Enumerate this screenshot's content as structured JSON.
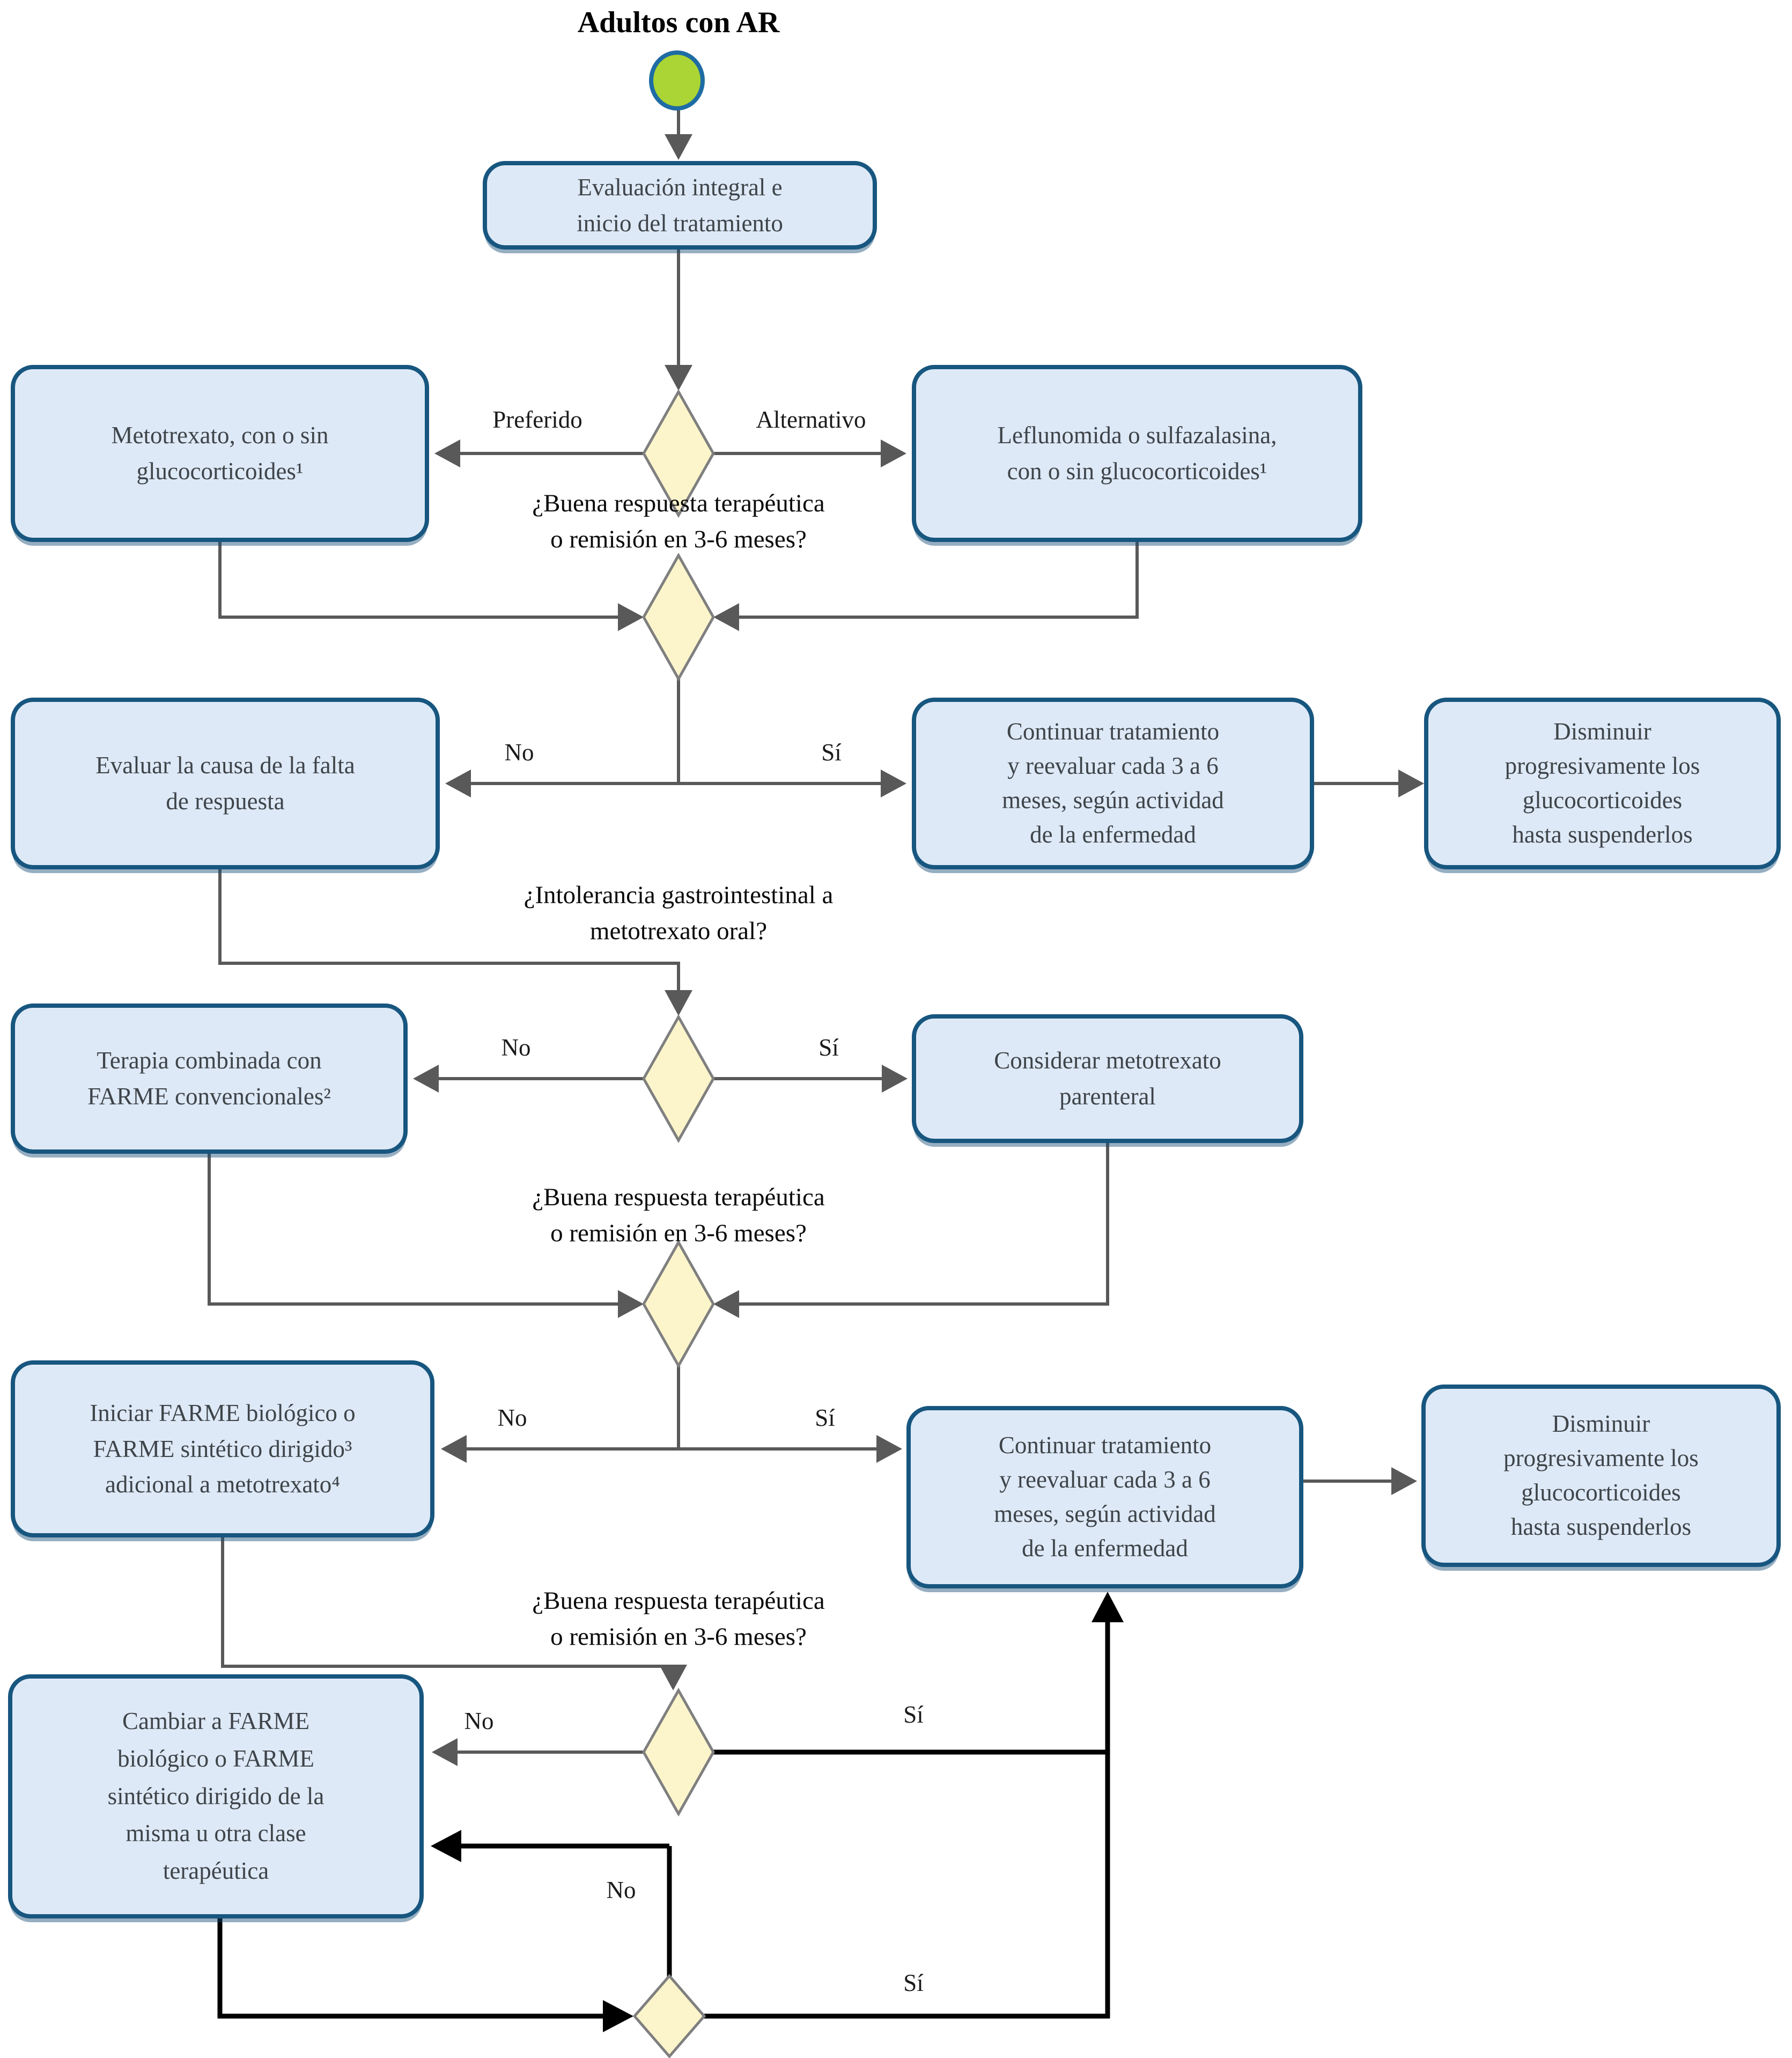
{
  "title": "Adultos con AR",
  "edge_labels": {
    "preferido": "Preferido",
    "alternativo": "Alternativo",
    "no": "No",
    "si": "Sí"
  },
  "questions": {
    "respuesta": {
      "line1": "¿Buena respuesta terapéutica",
      "line2": "o remisión en 3-6 meses?"
    },
    "intolerancia": {
      "line1": "¿Intolerancia gastrointestinal a",
      "line2": "metotrexato oral?"
    }
  },
  "nodes": {
    "evaluacion": {
      "line1": "Evaluación integral e",
      "line2": "inicio del tratamiento"
    },
    "metotrexato": {
      "line1": "Metotrexato, con o sin",
      "line2": "glucocorticoides¹"
    },
    "leflunomida": {
      "line1": "Leflunomida o sulfazalasina,",
      "line2": "con o sin glucocorticoides¹"
    },
    "evaluar_causa": {
      "line1": "Evaluar la causa de la falta",
      "line2": "de respuesta"
    },
    "continuar": {
      "line1": "Continuar tratamiento",
      "line2": "y reevaluar cada 3 a 6",
      "line3": "meses, según actividad",
      "line4": "de la enfermedad"
    },
    "disminuir": {
      "line1": "Disminuir",
      "line2": "progresivamente los",
      "line3": "glucocorticoides",
      "line4": "hasta suspenderlos"
    },
    "terapia": {
      "line1": "Terapia combinada con",
      "line2": "FARME convencionales²"
    },
    "considerar": {
      "line1": "Considerar metotrexato",
      "line2": "parenteral"
    },
    "iniciar": {
      "line1": "Iniciar FARME biológico o",
      "line2": "FARME sintético dirigido³",
      "line3": "adicional a metotrexato⁴"
    },
    "cambiar": {
      "line1": "Cambiar a FARME",
      "line2": "biológico o FARME",
      "line3": "sintético dirigido de la",
      "line4": "misma u otra clase",
      "line5": "terapéutica"
    }
  },
  "colors": {
    "node_fill": "#dee9f7",
    "node_border": "#17567f",
    "diamond_fill": "#fcf5cb",
    "diamond_border": "#7f7f7f",
    "start_fill": "#abd534",
    "start_border": "#1e6ca3",
    "connector_gray": "#595959",
    "connector_black": "#000000",
    "text_color": "#3e4449"
  }
}
